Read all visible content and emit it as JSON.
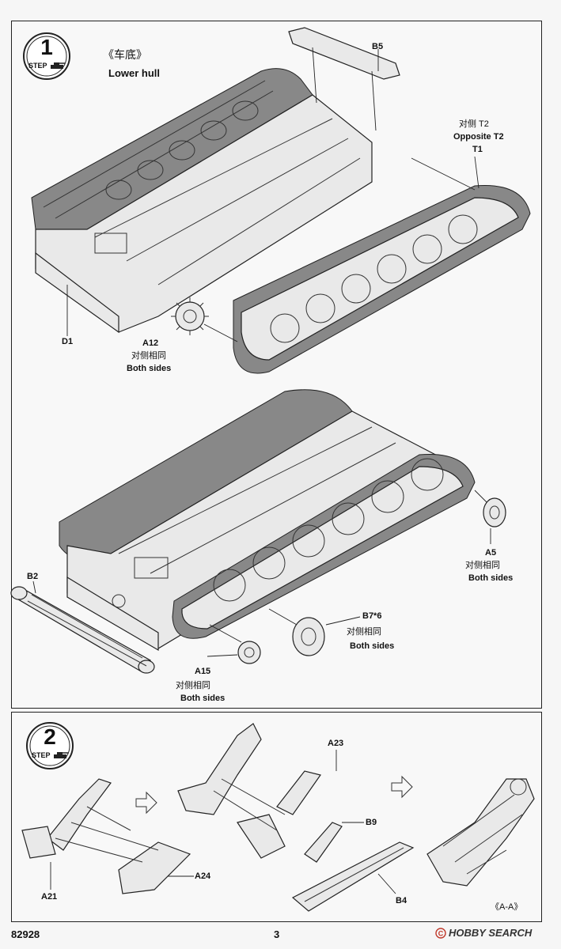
{
  "step1": {
    "number": "1",
    "word": "STEP",
    "title_cn": "《车底》",
    "title_en": "Lower hull",
    "labels": {
      "b5": "B5",
      "opp_cn": "对侧 T2",
      "opp_en": "Opposite T2",
      "t1": "T1",
      "d1": "D1",
      "a12": "A12",
      "a12_cn": "对侧相同",
      "a12_en": "Both sides",
      "b2": "B2",
      "a5": "A5",
      "a5_cn": "对侧相同",
      "a5_en": "Both sides",
      "b7": "B7*6",
      "b7_cn": "对侧相同",
      "b7_en": "Both sides",
      "a15": "A15",
      "a15_cn": "对侧相同",
      "a15_en": "Both sides"
    }
  },
  "step2": {
    "number": "2",
    "word": "STEP",
    "labels": {
      "a23": "A23",
      "b9": "B9",
      "a21": "A21",
      "a24": "A24",
      "b4": "B4",
      "section": "《A-A》"
    }
  },
  "footer": {
    "code": "82928",
    "page": "3",
    "watermark": "HOBBY SEARCH"
  }
}
